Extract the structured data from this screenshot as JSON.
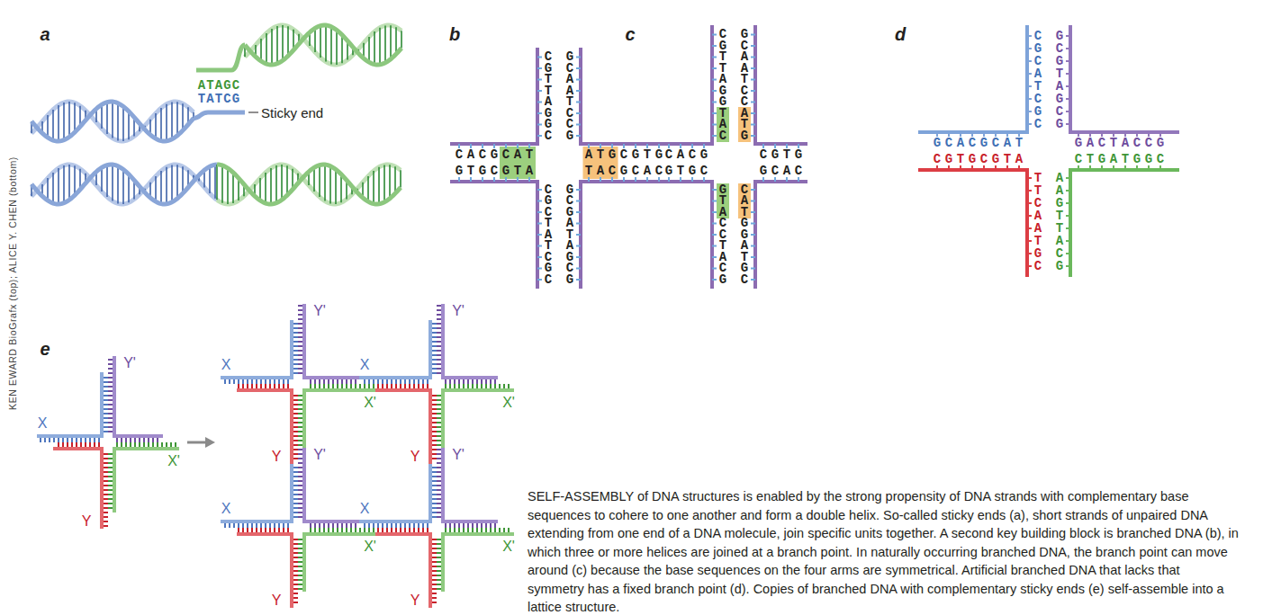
{
  "diagram": {
    "caption": "SELF-ASSEMBLY of DNA structures is enabled by the strong propensity of DNA strands with complementary base sequences to cohere to one another and form a double helix. So-called sticky ends (a), short strands of unpaired DNA extending from one end of a DNA molecule, join specific units together. A second key building block is branched DNA (b), in which three or more helices are joined at a branch point. In naturally occurring branched DNA, the branch point can move around (c) because the base sequences on the four arms are symmetrical. Artificial branched DNA that lacks that symmetry has a fixed branch point (d). Copies of branched DNA with complementary sticky ends (e) self-assemble into a lattice structure.",
    "labels": [
      "a",
      "ATAGC",
      "TATCG",
      "Sticky end",
      "b",
      "CGTTAGGC",
      "GCAATCCG",
      "CACG",
      "CAT",
      "GTGC",
      "GTA",
      "ATG",
      "CGTG",
      "TAC",
      "GCAC",
      "CGCTATCGC",
      "GCGATAGCG",
      "c",
      "CGTTAGG",
      "TAC",
      "GCAATCC",
      "ATG",
      "CACG",
      "GTGC",
      "CGTG",
      "GCAC",
      "GTA",
      "CCTACG",
      "CAT",
      "GGATGC",
      "d",
      "CGCATCGC",
      "GCGTAGCG",
      "GCACGCAT",
      "CGTGCGTA",
      "GACTACCG",
      "CTGATGGC",
      "TTCAATGC",
      "AAGTTACG",
      "e",
      "X",
      "Y'",
      "X'",
      "Y",
      "X",
      "Y'",
      "X'",
      "Y",
      "X",
      "Y'",
      "X'",
      "Y",
      "X",
      "Y'",
      "X'",
      "Y",
      "X",
      "Y'",
      "X'",
      "Y",
      "KEN EWARD BioGrafx (top); ALICE Y. CHEN (bottom)"
    ]
  }
}
